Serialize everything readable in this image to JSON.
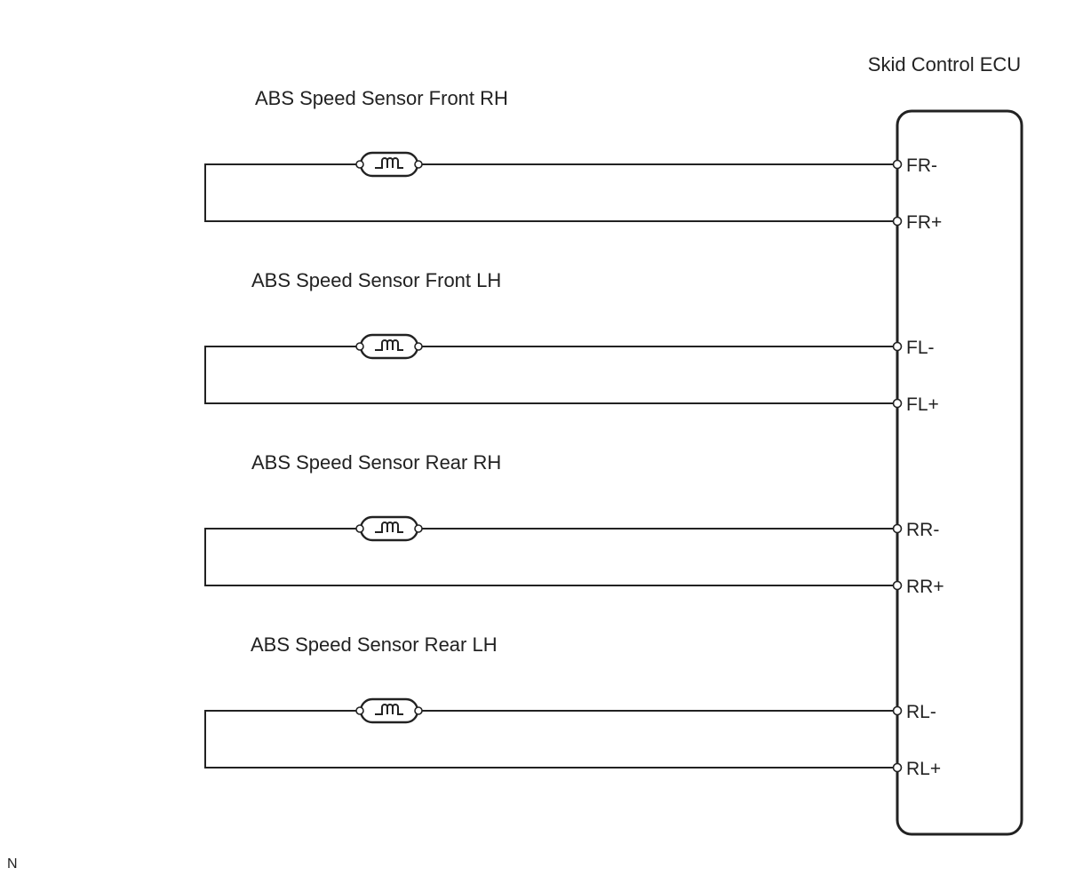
{
  "ecu": {
    "title": "Skid Control ECU"
  },
  "sensors": [
    {
      "label": "ABS Speed Sensor Front RH",
      "pin_minus": "FR-",
      "pin_plus": "FR+"
    },
    {
      "label": "ABS Speed Sensor Front LH",
      "pin_minus": "FL-",
      "pin_plus": "FL+"
    },
    {
      "label": "ABS Speed Sensor Rear RH",
      "pin_minus": "RR-",
      "pin_plus": "RR+"
    },
    {
      "label": "ABS Speed Sensor Rear LH",
      "pin_minus": "RL-",
      "pin_plus": "RL+"
    }
  ],
  "footer": {
    "code": "N"
  },
  "colors": {
    "line": "#222222",
    "background": "#ffffff"
  },
  "icons": {
    "sensor": "speed-sensor-coil-icon",
    "terminal": "terminal-circle-icon"
  }
}
